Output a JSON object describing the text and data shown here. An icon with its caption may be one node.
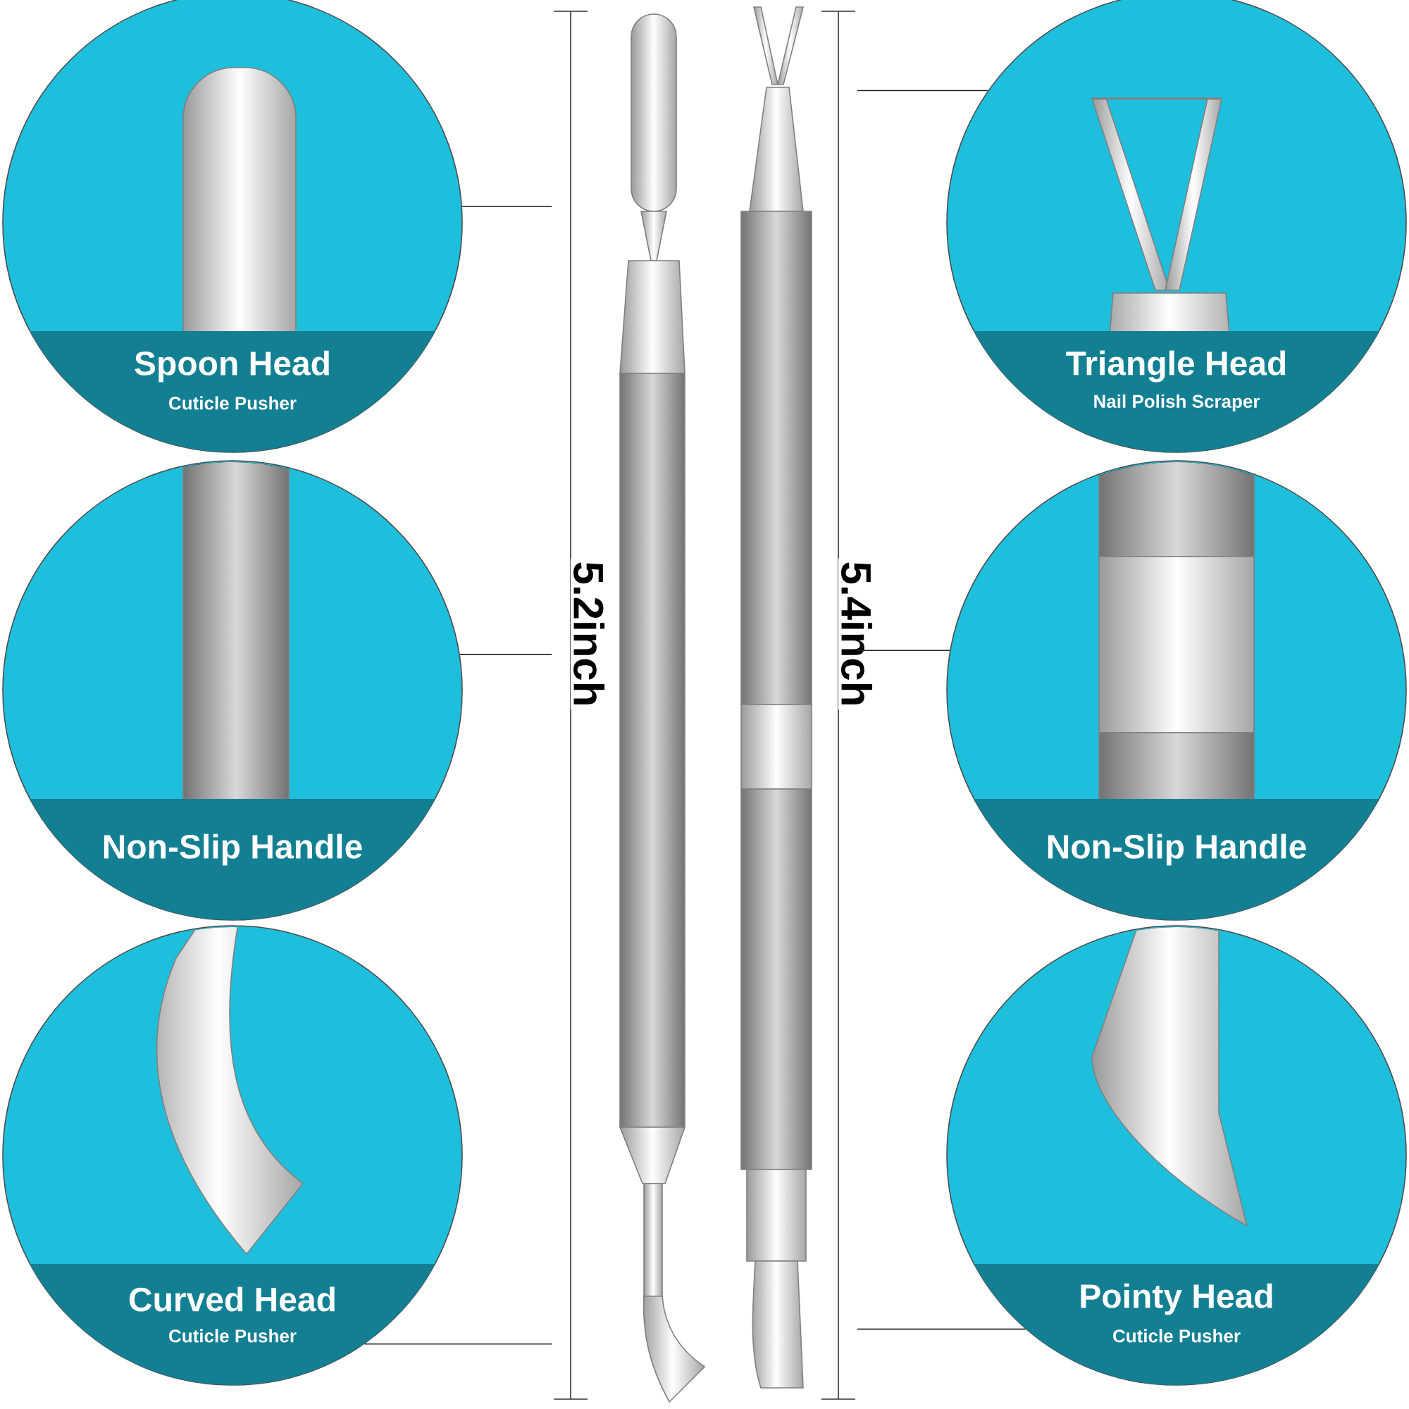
{
  "diagram": {
    "nodes": [
      {
        "text": [
          "Spoon Head",
          "Cuticle Pusher"
        ]
      },
      {
        "text": [
          "Triangle Head",
          "Nail Polish Scraper"
        ]
      },
      {
        "text": [
          "Non-Slip Handle"
        ]
      },
      {
        "text": [
          "Non-Slip Handle"
        ]
      },
      {
        "text": [
          "Curved Head",
          "Cuticle Pusher"
        ]
      },
      {
        "text": [
          "Pointy Head",
          "Cuticle Pusher"
        ]
      },
      {
        "text": [],
        "shape": "picture"
      },
      {
        "text": [],
        "shape": "picture"
      }
    ],
    "edges": [
      {
        "from": 0,
        "to": 6,
        "arrow": "none"
      },
      {
        "from": 1,
        "to": 7,
        "arrow": "none"
      },
      {
        "from": 2,
        "to": 6,
        "arrow": "none"
      },
      {
        "from": 3,
        "to": 7,
        "arrow": "none"
      },
      {
        "from": 4,
        "to": 6,
        "arrow": "none"
      },
      {
        "from": 5,
        "to": 7,
        "arrow": "none"
      }
    ],
    "labels": [
      "5.2inch",
      "5.4inch"
    ]
  }
}
